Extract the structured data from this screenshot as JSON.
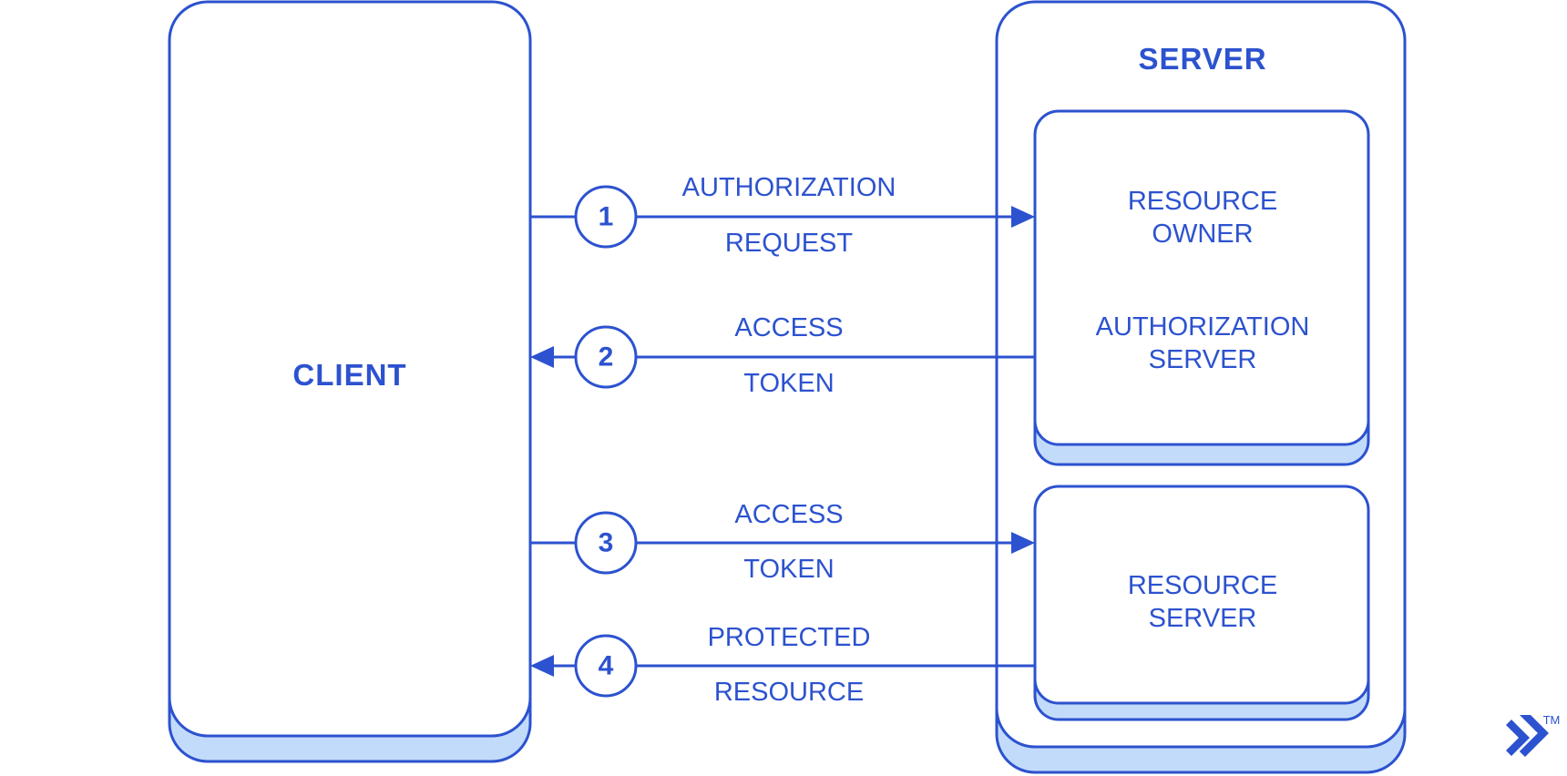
{
  "diagram": {
    "title_client": "CLIENT",
    "title_server": "SERVER",
    "colors": {
      "stroke": "#2C52CF",
      "stroke_light": "#3B63DC",
      "shadow_fill": "#C3DBFA",
      "text": "#2C52CF",
      "background": "#FFFFFF"
    }
  },
  "client": {
    "label": "CLIENT"
  },
  "server": {
    "label": "SERVER",
    "boxes": [
      {
        "id": "auth-server-box",
        "lines": [
          "RESOURCE",
          "OWNER",
          "AUTHORIZATION",
          "SERVER"
        ],
        "line1": "RESOURCE",
        "line2": "OWNER",
        "line3": "AUTHORIZATION",
        "line4": "SERVER"
      },
      {
        "id": "resource-server-box",
        "lines": [
          "RESOURCE",
          "SERVER"
        ],
        "line1": "RESOURCE",
        "line2": "SERVER"
      }
    ]
  },
  "flows": [
    {
      "number": "1",
      "direction": "right",
      "from": "client",
      "to": "authorization-server",
      "label_top": "AUTHORIZATION",
      "label_bottom": "REQUEST"
    },
    {
      "number": "2",
      "direction": "left",
      "from": "authorization-server",
      "to": "client",
      "label_top": "ACCESS",
      "label_bottom": "TOKEN"
    },
    {
      "number": "3",
      "direction": "right",
      "from": "client",
      "to": "resource-server",
      "label_top": "ACCESS",
      "label_bottom": "TOKEN"
    },
    {
      "number": "4",
      "direction": "left",
      "from": "resource-server",
      "to": "client",
      "label_top": "PROTECTED",
      "label_bottom": "RESOURCE"
    }
  ],
  "watermark": {
    "name": "toptal-logo",
    "trademark": "TM"
  }
}
